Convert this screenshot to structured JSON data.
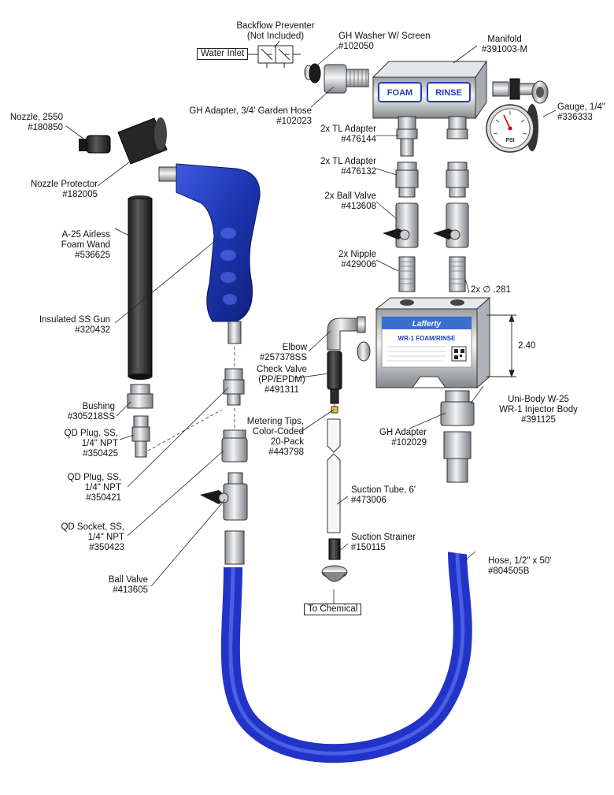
{
  "labels": {
    "backflow": [
      "Backflow Preventer",
      "(Not Included)"
    ],
    "water_inlet": "Water Inlet",
    "gh_washer": [
      "GH Washer W/ Screen",
      "#102050"
    ],
    "manifold": [
      "Manifold",
      "#391003-M"
    ],
    "gh_adapter_garden": [
      "GH Adapter, 3/4' Garden Hose",
      "#102023"
    ],
    "gauge": [
      "Gauge, 1/4\"",
      "#336333"
    ],
    "nozzle": [
      "Nozzle, 2550",
      "#180850"
    ],
    "nozzle_protector": [
      "Nozzle Protector",
      "#182005"
    ],
    "tl_adapter_1": [
      "2x TL Adapter",
      "#476144"
    ],
    "tl_adapter_2": [
      "2x TL Adapter",
      "#476132"
    ],
    "ball_valve_2x": [
      "2x Ball Valve",
      "#413608"
    ],
    "wand": [
      "A-25 Airless",
      "Foam Wand",
      "#536625"
    ],
    "nipple": [
      "2x Nipple",
      "#429006"
    ],
    "dia": "2x ∅ .281",
    "gun": [
      "Insulated SS Gun",
      "#320432"
    ],
    "elbow": [
      "Elbow",
      "#257378SS"
    ],
    "dim": "2.40",
    "check_valve": [
      "Check Valve",
      "(PP/EPDM)",
      "#491311"
    ],
    "bushing": [
      "Bushing",
      "#305218SS"
    ],
    "unibody": [
      "Uni-Body W-25",
      "WR-1 Injector Body",
      "#391125"
    ],
    "qd_plug_left": [
      "QD Plug, SS,",
      "1/4\" NPT",
      "#350425"
    ],
    "metering": [
      "Metering Tips,",
      "Color-Coded",
      "20-Pack",
      "#443798"
    ],
    "gh_adapter": [
      "GH Adapter",
      "#102029"
    ],
    "qd_plug_mid": [
      "QD Plug, SS,",
      "1/4\" NPT",
      "#350421"
    ],
    "suction_tube": [
      "Suction Tube, 6'",
      "#473006"
    ],
    "qd_socket": [
      "QD Socket, SS,",
      "1/4\" NPT",
      "#350423"
    ],
    "suction_strainer": [
      "Suction Strainer",
      "#150115"
    ],
    "hose": [
      "Hose, 1/2\" x 50'",
      "#804505B"
    ],
    "ball_valve": [
      "Ball Valve",
      "#413605"
    ],
    "to_chemical": "To Chemical"
  },
  "manifold_buttons": [
    "FOAM",
    "RINSE"
  ],
  "injector_face": {
    "brand": "Lafferty",
    "title": "WR-1 FOAM/RINSE"
  },
  "gauge_face": "PSI",
  "colors": {
    "blue": "#1f3fb8",
    "hose_blue": "#2233c8",
    "steel": "#b9bcc0",
    "dark": "#2a2a2a"
  }
}
